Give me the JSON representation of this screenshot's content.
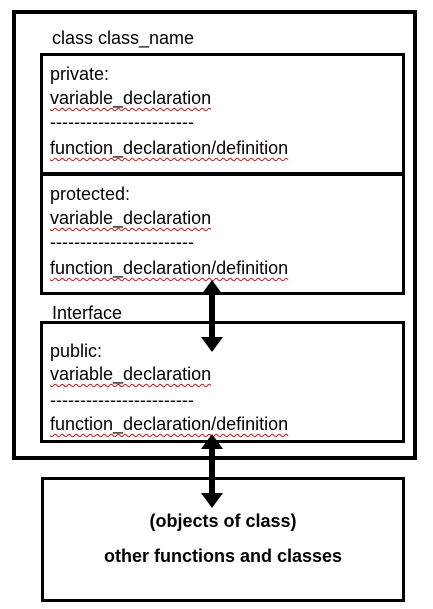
{
  "diagram": {
    "class_header": "class class_name",
    "private_section": {
      "access_label": "private:",
      "variable_line": "variable_declaration",
      "separator": "------------------------",
      "function_line": "function_declaration/definition"
    },
    "protected_section": {
      "access_label": "protected:",
      "variable_line": "variable_declaration",
      "separator": "------------------------",
      "function_line": "function_declaration/definition"
    },
    "interface_label": "Interface",
    "public_section": {
      "access_label": "public:",
      "variable_line": "variable_declaration",
      "separator": "------------------------",
      "function_line": "function_declaration/definition"
    },
    "client_box": {
      "line1": "(objects of class)",
      "line2": "other functions and classes"
    }
  },
  "colors": {
    "border": "#000000",
    "spellcheck_underline": "#d01010"
  }
}
